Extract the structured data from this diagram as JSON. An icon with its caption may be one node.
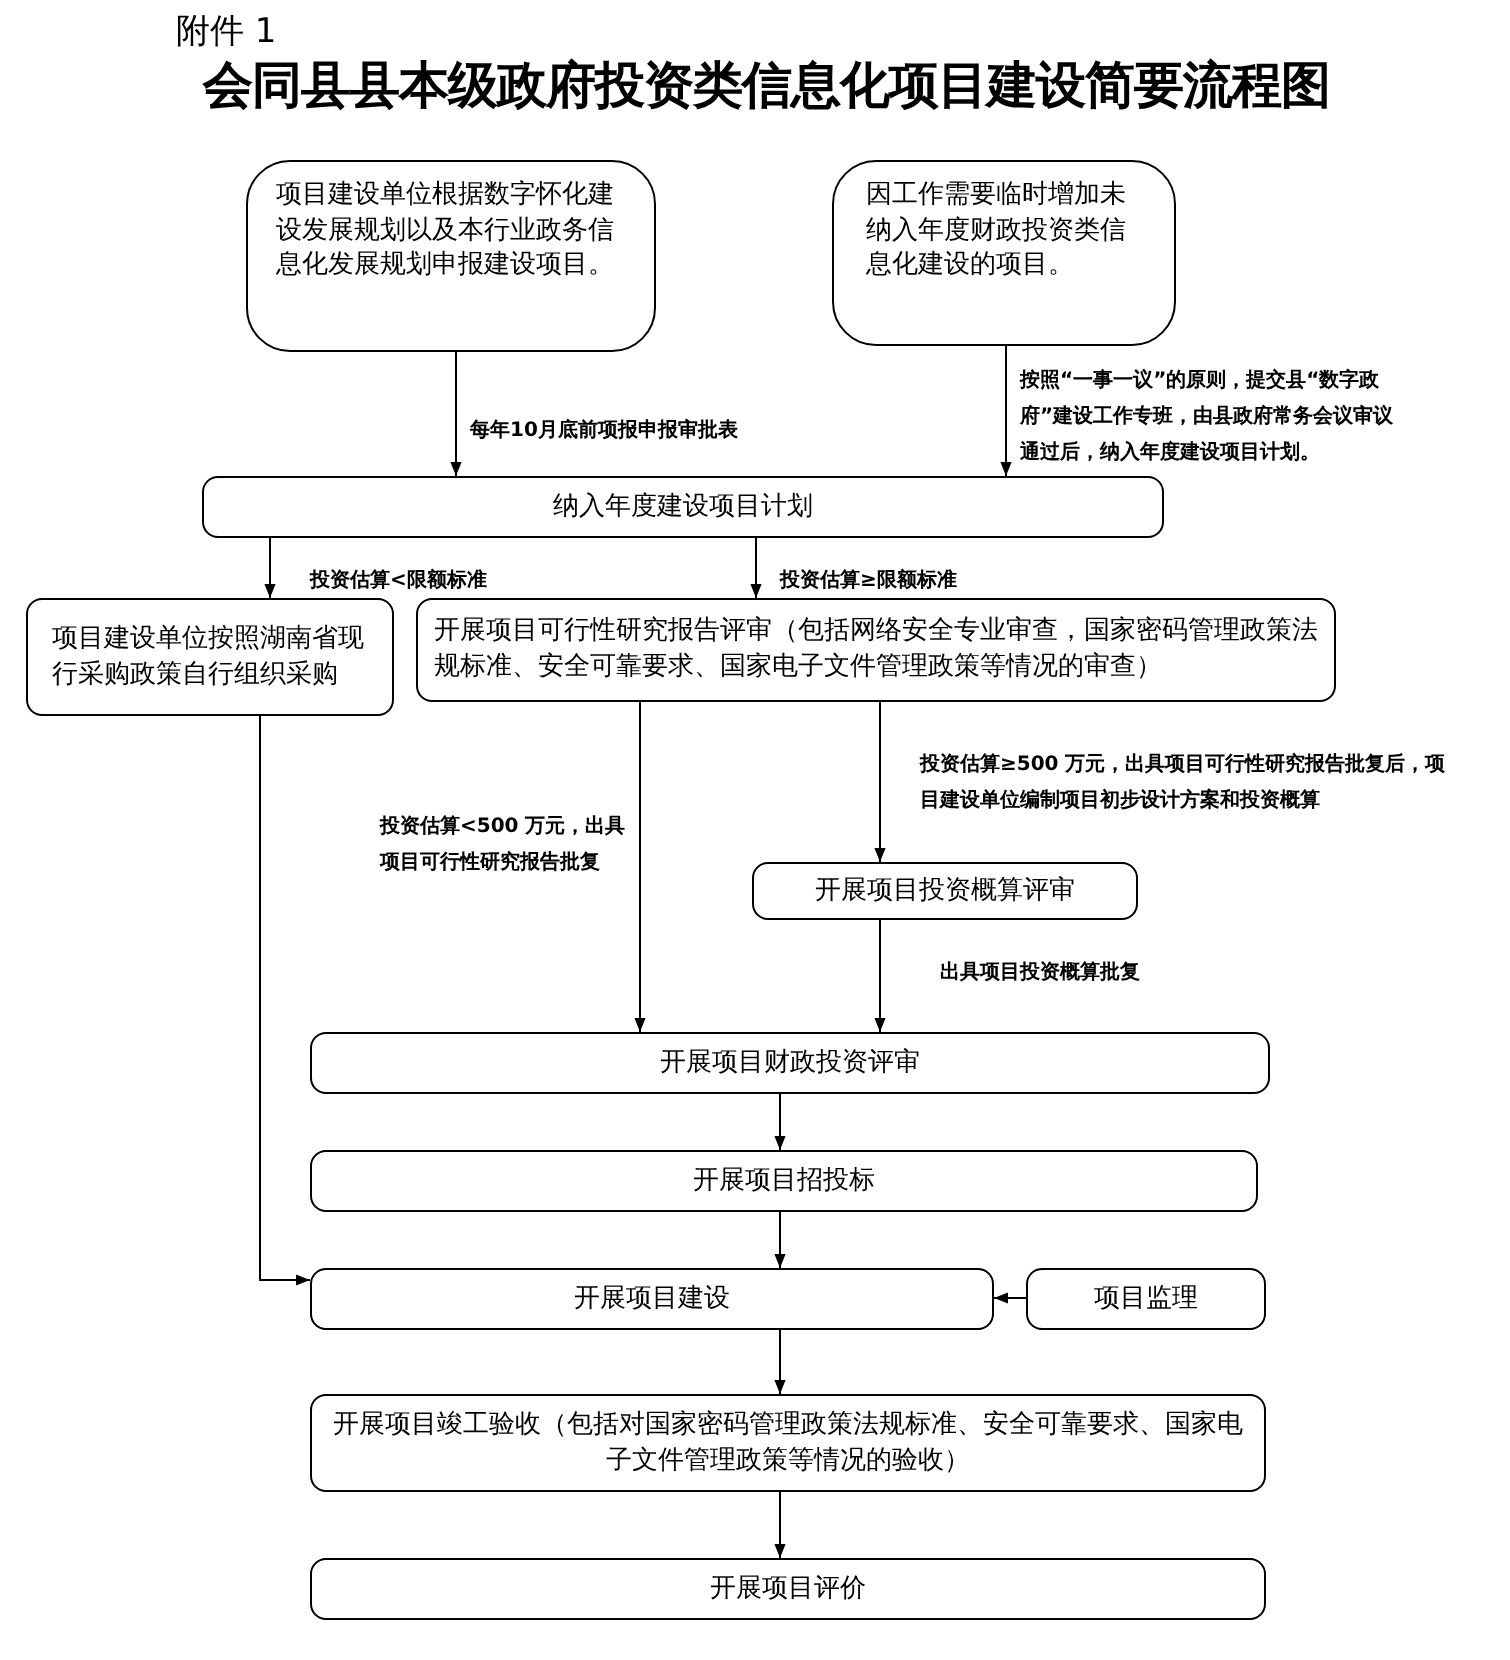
{
  "diagram": {
    "title": "会同县县本级政府投资类信息化项目建设简要流程图",
    "nodes": [
      {
        "text": [
          "项目建设单位根据数字怀化建设发展规划以及本行业政务信息化发展规划申报建设项目。"
        ]
      },
      {
        "text": [
          "因工作需要临时增加未纳入年度财政投资类信息化建设的项目。"
        ]
      },
      {
        "text": [
          "纳入年度建设项目计划"
        ]
      },
      {
        "text": [
          "项目建设单位按照湖南省现行采购政策自行组织采购"
        ]
      },
      {
        "text": [
          "开展项目可行性研究报告评审（包括网络安全专业审查，国家密码管理政策法规标准、安全可靠要求、国家电子文件管理政策等情况的审查）"
        ]
      },
      {
        "text": [
          "开展项目投资概算评审"
        ]
      },
      {
        "text": [
          "开展项目财政投资评审"
        ]
      },
      {
        "text": [
          "开展项目招投标"
        ]
      },
      {
        "text": [
          "开展项目建设"
        ]
      },
      {
        "text": [
          "项目监理"
        ]
      },
      {
        "text": [
          "开展项目竣工验收（包括对国家密码管理政策法规标准、安全可靠要求、国家电子文件管理政策等情况的验收）"
        ]
      },
      {
        "text": [
          "开展项目评价"
        ]
      }
    ],
    "edges": [
      {
        "from": 0,
        "to": 2,
        "arrow": "to",
        "label": "每年10月底前项报申报审批表"
      },
      {
        "from": 1,
        "to": 2,
        "arrow": "to",
        "label": "按照“一事一议”的原则，提交县“数字政府”建设工作专班，由县政府常务会议审议通过后，纳入年度建设项目计划。"
      },
      {
        "from": 2,
        "to": 3,
        "arrow": "to",
        "label": "投资估算<限额标准"
      },
      {
        "from": 2,
        "to": 4,
        "arrow": "to",
        "label": "投资估算≥限额标准"
      },
      {
        "from": 4,
        "to": 6,
        "arrow": "to",
        "label": "投资估算<500 万元，出具项目可行性研究报告批复"
      },
      {
        "from": 4,
        "to": 5,
        "arrow": "to",
        "label": "投资估算≥500 万元，出具项目可行性研究报告批复后，项目建设单位编制项目初步设计方案和投资概算"
      },
      {
        "from": 5,
        "to": 6,
        "arrow": "to",
        "label": "出具项目投资概算批复"
      },
      {
        "from": 6,
        "to": 7,
        "arrow": "to"
      },
      {
        "from": 7,
        "to": 8,
        "arrow": "to"
      },
      {
        "from": 3,
        "to": 8,
        "arrow": "to"
      },
      {
        "from": 9,
        "to": 8,
        "arrow": "to"
      },
      {
        "from": 8,
        "to": 10,
        "arrow": "to"
      },
      {
        "from": 10,
        "to": 11,
        "arrow": "to"
      }
    ],
    "labels": [
      "附件 1"
    ]
  }
}
